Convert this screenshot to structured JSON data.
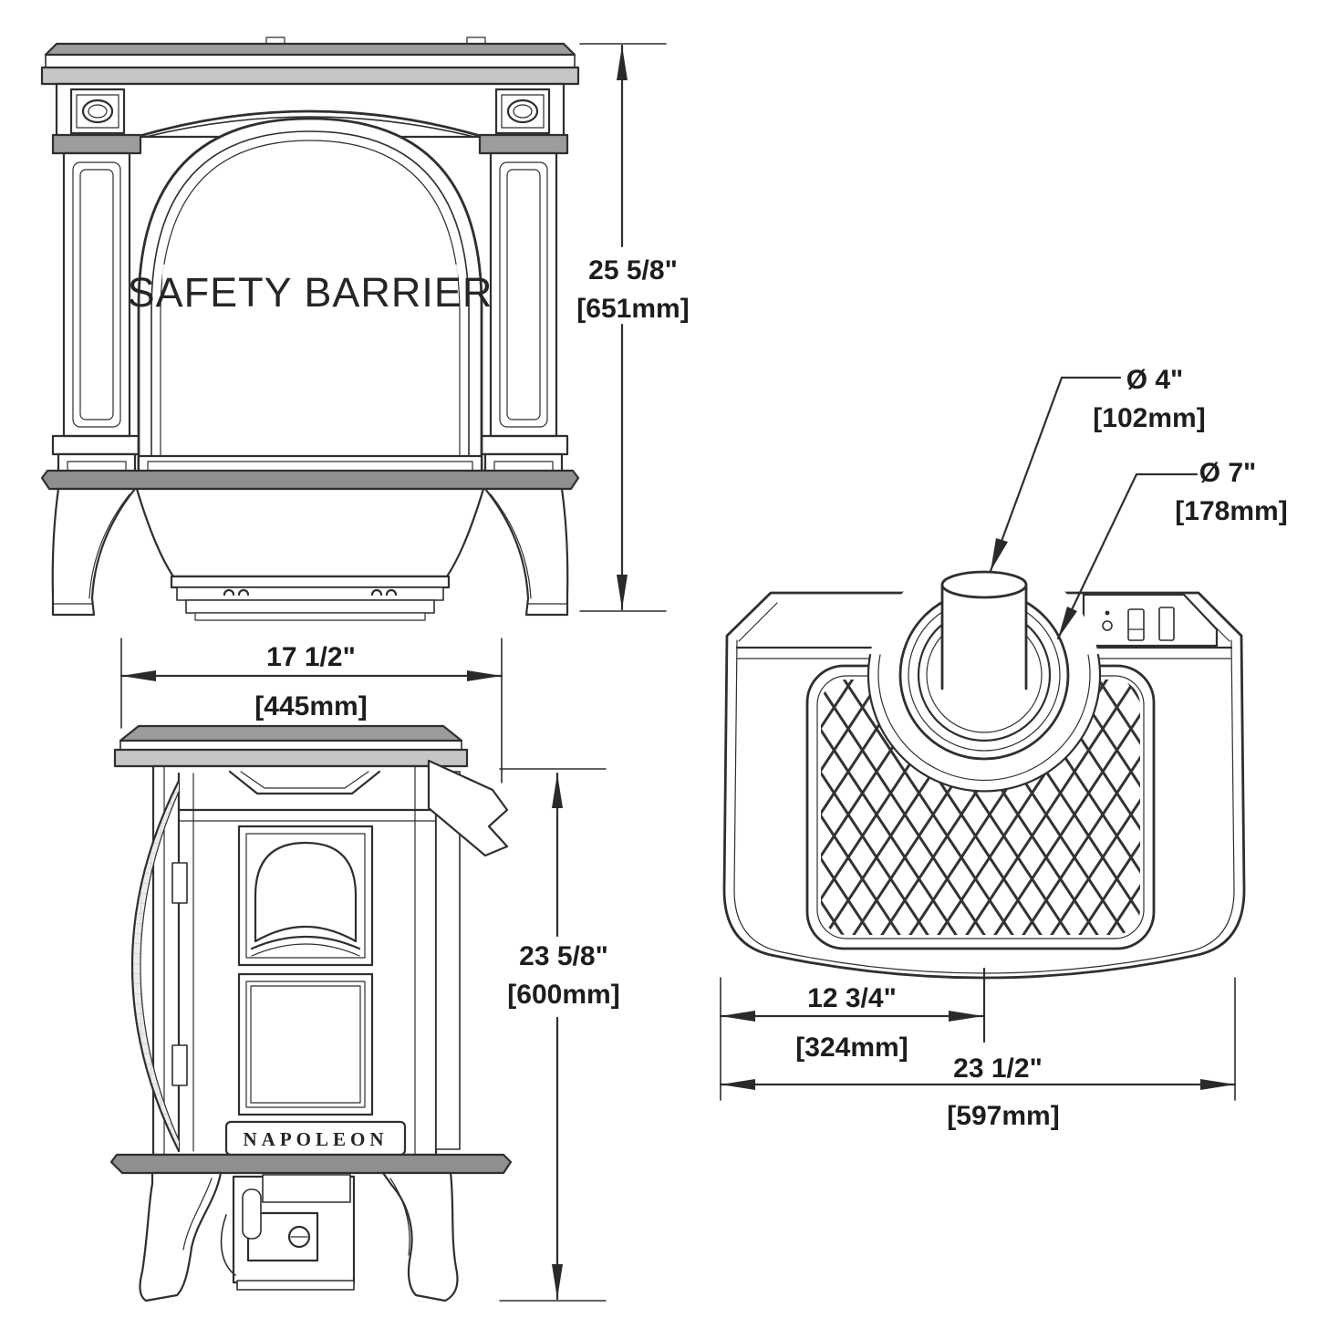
{
  "front": {
    "height_in": "25 5/8\"",
    "height_mm": "[651mm]",
    "screen_label": "SAFETY BARRIER"
  },
  "side": {
    "width_in": "17 1/2\"",
    "width_mm": "[445mm]",
    "height_in": "23 5/8\"",
    "height_mm": "[600mm]",
    "brand": "NAPOLEON"
  },
  "top": {
    "pipe_in": "Ø 4\"",
    "pipe_mm": "[102mm]",
    "collar_in": "Ø 7\"",
    "collar_mm": "[178mm]",
    "offset_in": "12 3/4\"",
    "offset_mm": "[324mm]",
    "width_in": "23 1/2\"",
    "width_mm": "[597mm]"
  },
  "colors": {
    "line": "#2f2f2f",
    "text": "#1d1d1d",
    "gray_fill": "#9c9c9c",
    "background": "#ffffff"
  }
}
